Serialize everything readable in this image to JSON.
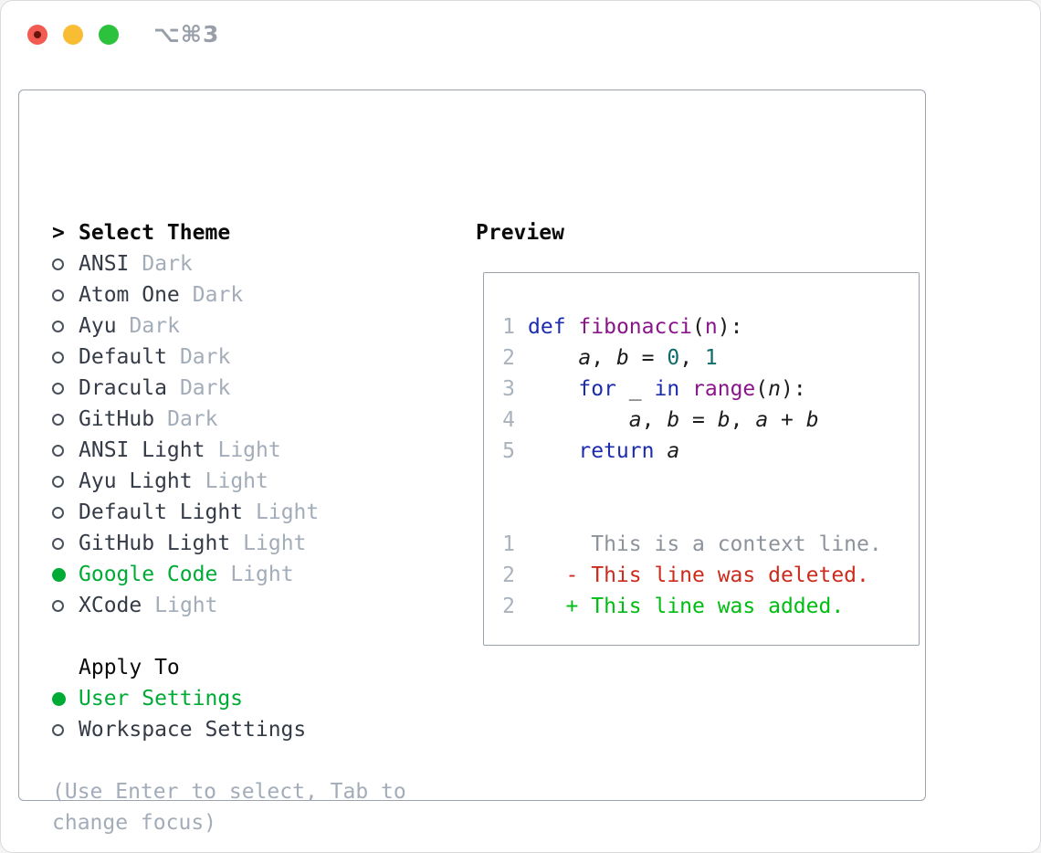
{
  "titlebar": {
    "title": "⌥⌘3",
    "buttons": [
      "close",
      "minimize",
      "zoom"
    ]
  },
  "colors": {
    "accent_green": "#00ab35",
    "diff_added_green": "#00bd13",
    "diff_deleted_red": "#cc2b1d",
    "keyword_blue": "#1b2cae",
    "type_purple": "#8a158a",
    "literal_teal": "#0e6b6b",
    "muted_gray": "#a3acb9",
    "border_gray": "#9aa3ae"
  },
  "theme_panel": {
    "header": "Select Theme",
    "cursor": ">",
    "items": [
      {
        "name": "ANSI",
        "variant": "Dark",
        "selected": false
      },
      {
        "name": "Atom One",
        "variant": "Dark",
        "selected": false
      },
      {
        "name": "Ayu",
        "variant": "Dark",
        "selected": false
      },
      {
        "name": "Default",
        "variant": "Dark",
        "selected": false
      },
      {
        "name": "Dracula",
        "variant": "Dark",
        "selected": false
      },
      {
        "name": "GitHub",
        "variant": "Dark",
        "selected": false
      },
      {
        "name": "ANSI Light",
        "variant": "Light",
        "selected": false
      },
      {
        "name": "Ayu Light",
        "variant": "Light",
        "selected": false
      },
      {
        "name": "Default Light",
        "variant": "Light",
        "selected": false
      },
      {
        "name": "GitHub Light",
        "variant": "Light",
        "selected": false
      },
      {
        "name": "Google Code",
        "variant": "Light",
        "selected": true
      },
      {
        "name": "XCode",
        "variant": "Light",
        "selected": false
      }
    ]
  },
  "apply_panel": {
    "header": "Apply To",
    "options": [
      {
        "label": "User Settings",
        "selected": true
      },
      {
        "label": "Workspace Settings",
        "selected": false
      }
    ]
  },
  "hint": "(Use Enter to select, Tab to change focus)",
  "preview": {
    "header": "Preview",
    "code_lines": [
      {
        "num": "1",
        "tokens": [
          [
            "kwd",
            "def"
          ],
          [
            "pln",
            " "
          ],
          [
            "typ",
            "fibonacci"
          ],
          [
            "pln",
            "("
          ],
          [
            "typ",
            "n"
          ],
          [
            "pln",
            "):"
          ]
        ]
      },
      {
        "num": "2",
        "tokens": [
          [
            "pln",
            "    "
          ],
          [
            "var",
            "a"
          ],
          [
            "pln",
            ", "
          ],
          [
            "var",
            "b"
          ],
          [
            "pln",
            " = "
          ],
          [
            "lit",
            "0"
          ],
          [
            "pln",
            ", "
          ],
          [
            "lit",
            "1"
          ]
        ]
      },
      {
        "num": "3",
        "tokens": [
          [
            "pln",
            "    "
          ],
          [
            "kwd",
            "for"
          ],
          [
            "pln",
            " _ "
          ],
          [
            "kwd",
            "in"
          ],
          [
            "pln",
            " "
          ],
          [
            "typ",
            "range"
          ],
          [
            "pln",
            "("
          ],
          [
            "var",
            "n"
          ],
          [
            "pln",
            "):"
          ]
        ]
      },
      {
        "num": "4",
        "tokens": [
          [
            "pln",
            "        "
          ],
          [
            "var",
            "a"
          ],
          [
            "pln",
            ", "
          ],
          [
            "var",
            "b"
          ],
          [
            "pln",
            " = "
          ],
          [
            "var",
            "b"
          ],
          [
            "pln",
            ", "
          ],
          [
            "var",
            "a"
          ],
          [
            "pln",
            " + "
          ],
          [
            "var",
            "b"
          ]
        ]
      },
      {
        "num": "5",
        "tokens": [
          [
            "pln",
            "    "
          ],
          [
            "kwd",
            "return"
          ],
          [
            "pln",
            " "
          ],
          [
            "var",
            "a"
          ]
        ]
      }
    ],
    "diff_lines": [
      {
        "num": "1",
        "tokens": [
          [
            "ctx",
            "     This is a context line."
          ]
        ]
      },
      {
        "num": "2",
        "tokens": [
          [
            "del",
            "   - This line was deleted."
          ]
        ]
      },
      {
        "num": "2",
        "tokens": [
          [
            "add",
            "   + This line was added."
          ]
        ]
      }
    ]
  }
}
